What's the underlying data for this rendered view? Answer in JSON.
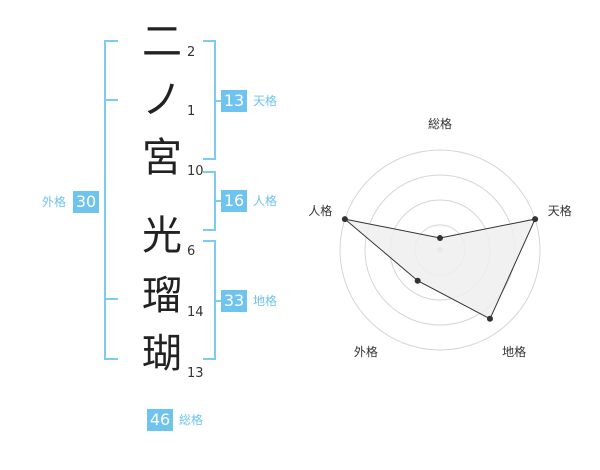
{
  "name": {
    "characters": [
      {
        "char": "二",
        "strokes": "2"
      },
      {
        "char": "ノ",
        "strokes": "1"
      },
      {
        "char": "宮",
        "strokes": "10"
      },
      {
        "char": "光",
        "strokes": "6"
      },
      {
        "char": "瑠",
        "strokes": "14"
      },
      {
        "char": "瑚",
        "strokes": "13"
      }
    ]
  },
  "fortune": {
    "tenkaku": {
      "value": "13",
      "label": "天格"
    },
    "jinkaku": {
      "value": "16",
      "label": "人格"
    },
    "chikaku": {
      "value": "33",
      "label": "地格"
    },
    "gaikaku": {
      "value": "30",
      "label": "外格"
    },
    "soukaku": {
      "value": "46",
      "label": "総格"
    }
  },
  "radar": {
    "axes": [
      "総格",
      "天格",
      "地格",
      "外格",
      "人格"
    ],
    "values": [
      0.12,
      1.0,
      0.85,
      0.38,
      1.0
    ],
    "max": 1.0,
    "rings": 4,
    "fill_color": "#efefef",
    "line_color": "#333333",
    "ring_color": "#d6d6d6",
    "accent": "#6ec3ef"
  }
}
